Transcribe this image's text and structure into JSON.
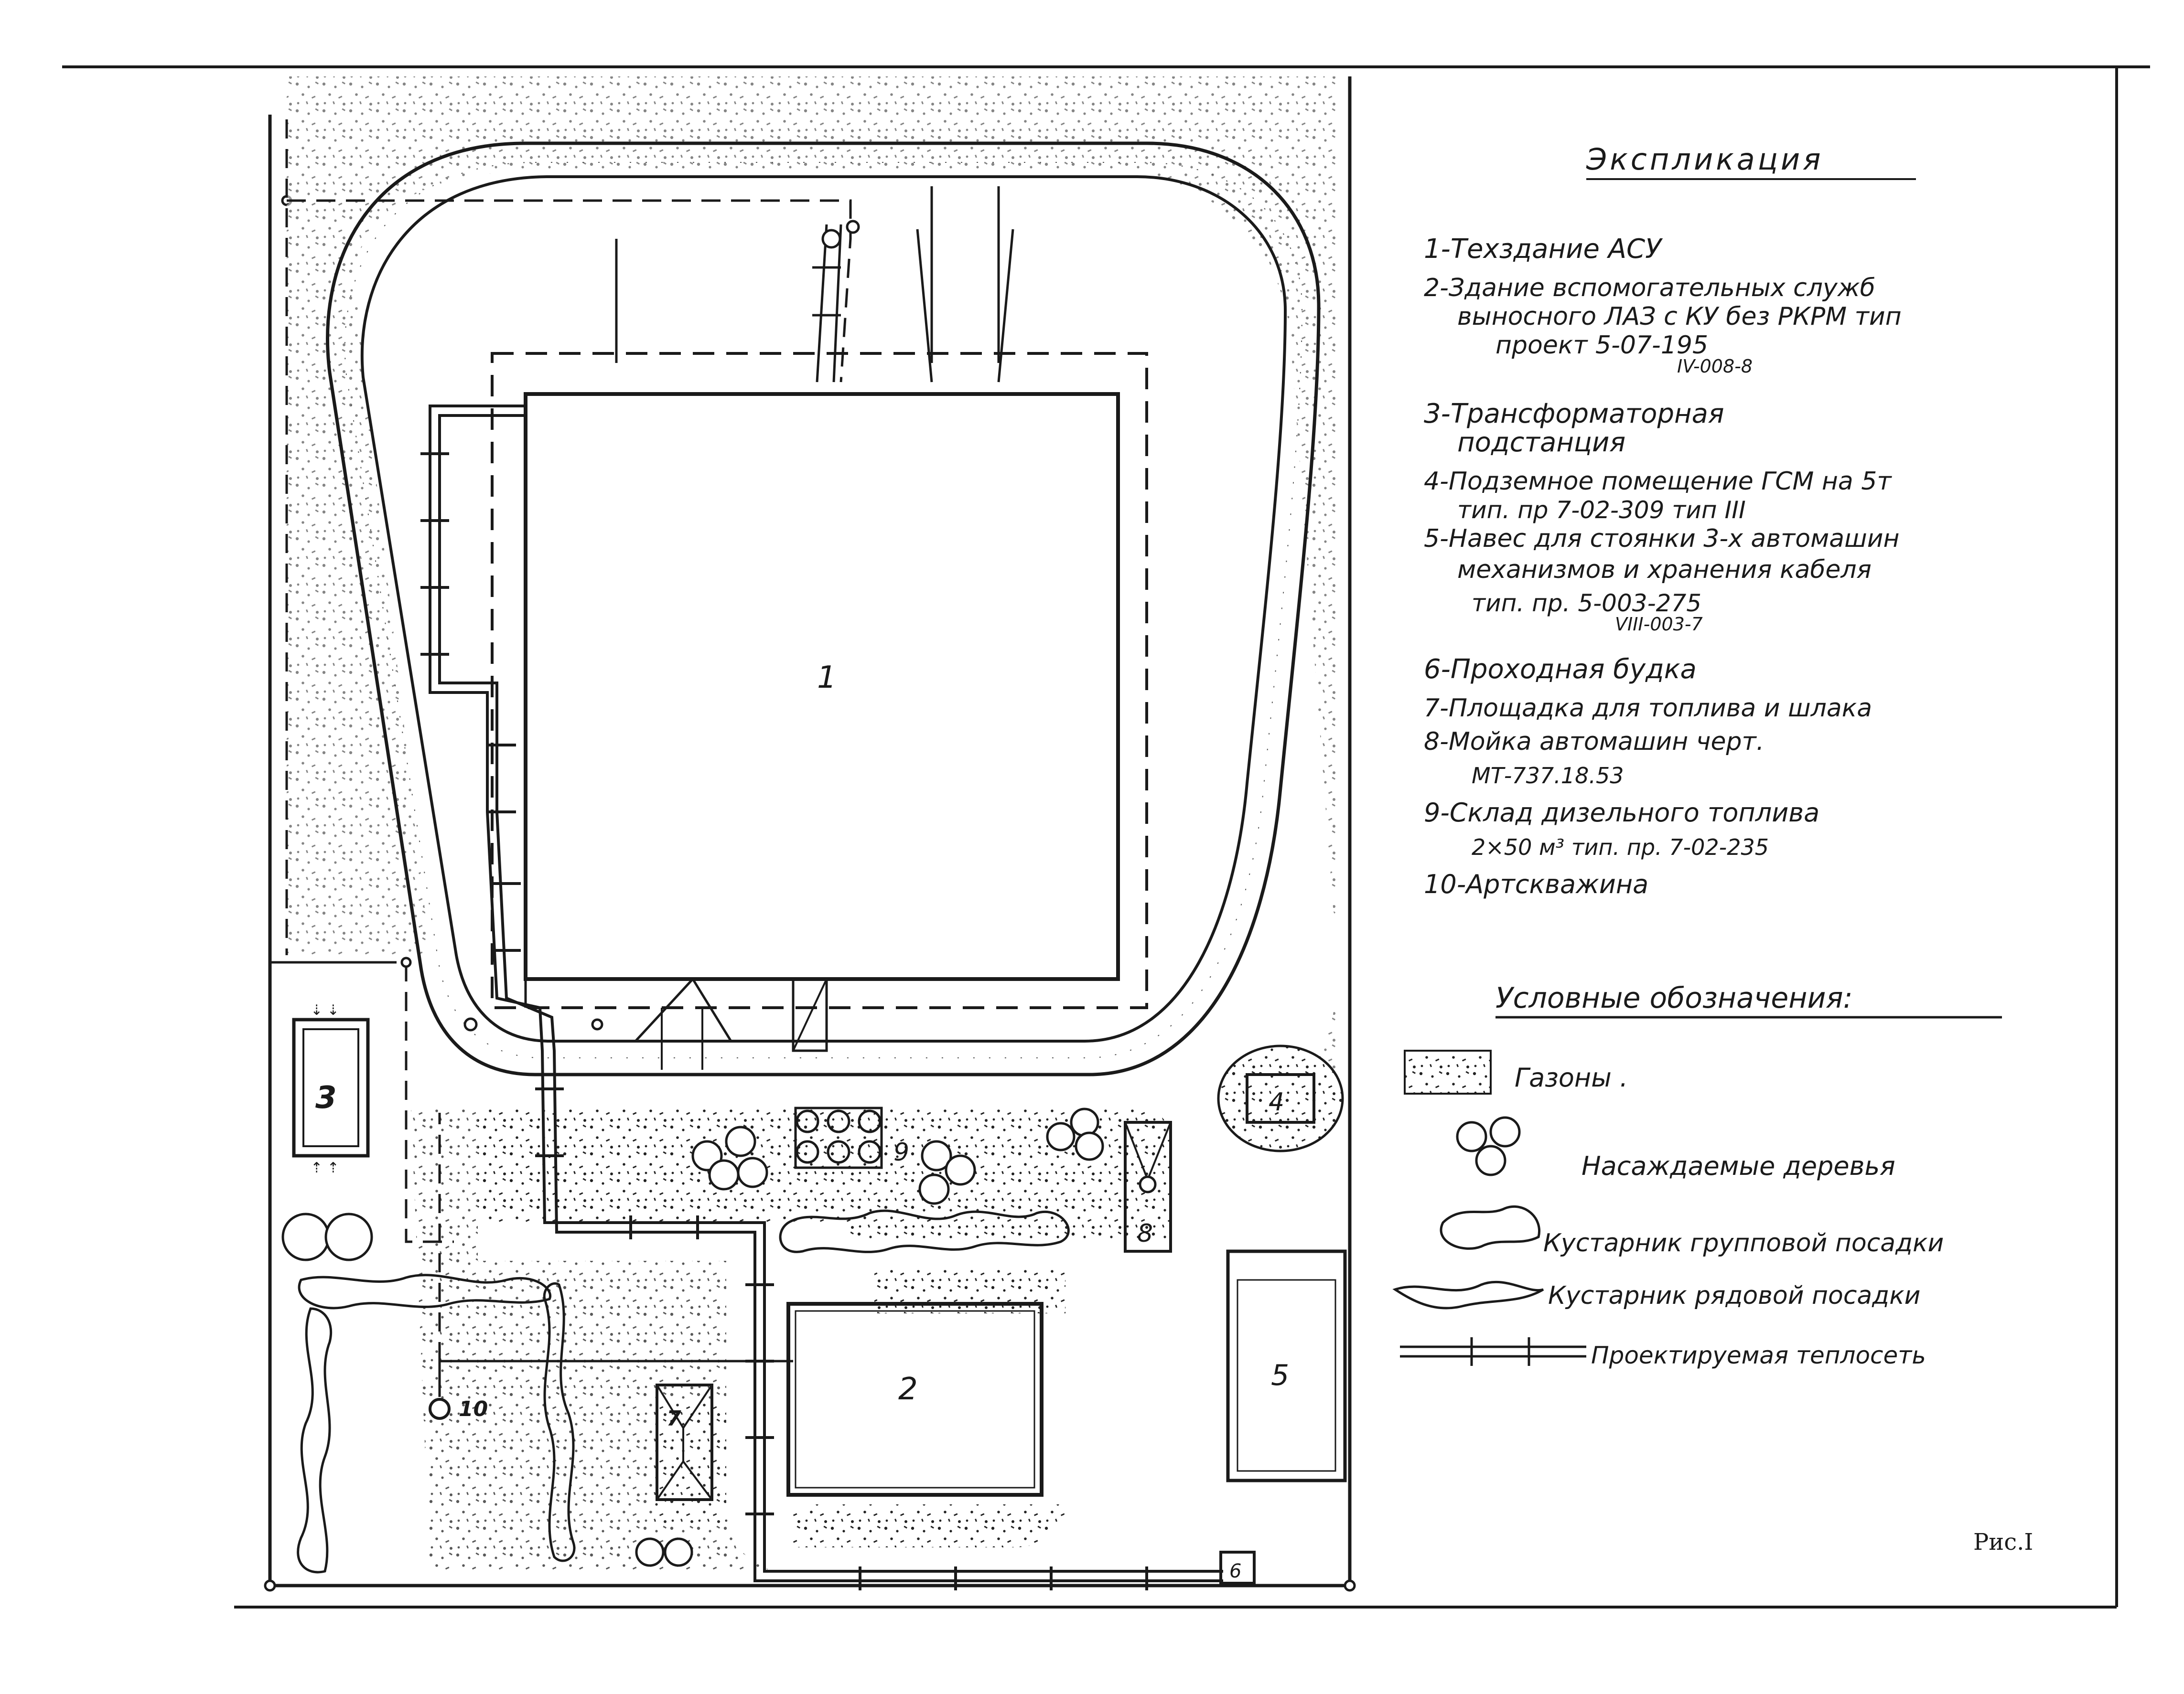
{
  "buildings": {
    "b1": "1",
    "b2": "2",
    "b3": "3",
    "b4": "4",
    "b5": "5",
    "b6": "6",
    "b7": "7",
    "b8": "8",
    "b9": "9",
    "b10": "10"
  },
  "explication": {
    "title": "Экспликация",
    "lines": [
      "1-Техздание АСУ",
      "2-Здание вспомогательных служб",
      "выносного ЛАЗ с КУ без РКРМ тип",
      "проект  5-07-195",
      "IV-008-8",
      "3-Трансформаторная",
      "подстанция",
      "4-Подземное помещение ГСМ на 5т",
      "тип. пр 7-02-309 тип III",
      "5-Навес для стоянки 3-х автомашин",
      "механизмов и хранения кабеля",
      "тип. пр. 5-003-275",
      "VIII-003-7",
      "6-Проходная будка",
      "7-Площадка для топлива и шлака",
      "8-Мойка автомашин черт.",
      "МТ-737.18.53",
      "9-Склад дизельного топлива",
      "2×50 м³  тип. пр.  7-02-235",
      "10-Артскважина"
    ]
  },
  "legend": {
    "title": "Условные обозначения:",
    "items": [
      "Газоны .",
      "Насаждаемые деревья",
      "Кустарник групповой посадки",
      "Кустарник рядовой посадки",
      "Проектируемая теплосеть"
    ]
  },
  "figure_label": "Рис.I"
}
